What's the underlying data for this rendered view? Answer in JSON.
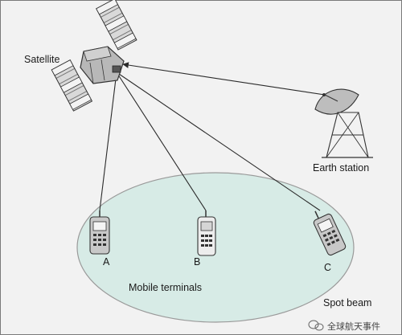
{
  "labels": {
    "satellite": "Satellite",
    "earth_station": "Earth station",
    "terminal_a": "A",
    "terminal_b": "B",
    "terminal_c": "C",
    "mobile_terminals": "Mobile terminals",
    "spot_beam": "Spot beam"
  },
  "watermark": "全球航天事件",
  "colors": {
    "background": "#f2f2f2",
    "beam_fill": "#d7ebe6",
    "line": "#2a2a2a",
    "equipment_fill": "#bdbdbd"
  }
}
